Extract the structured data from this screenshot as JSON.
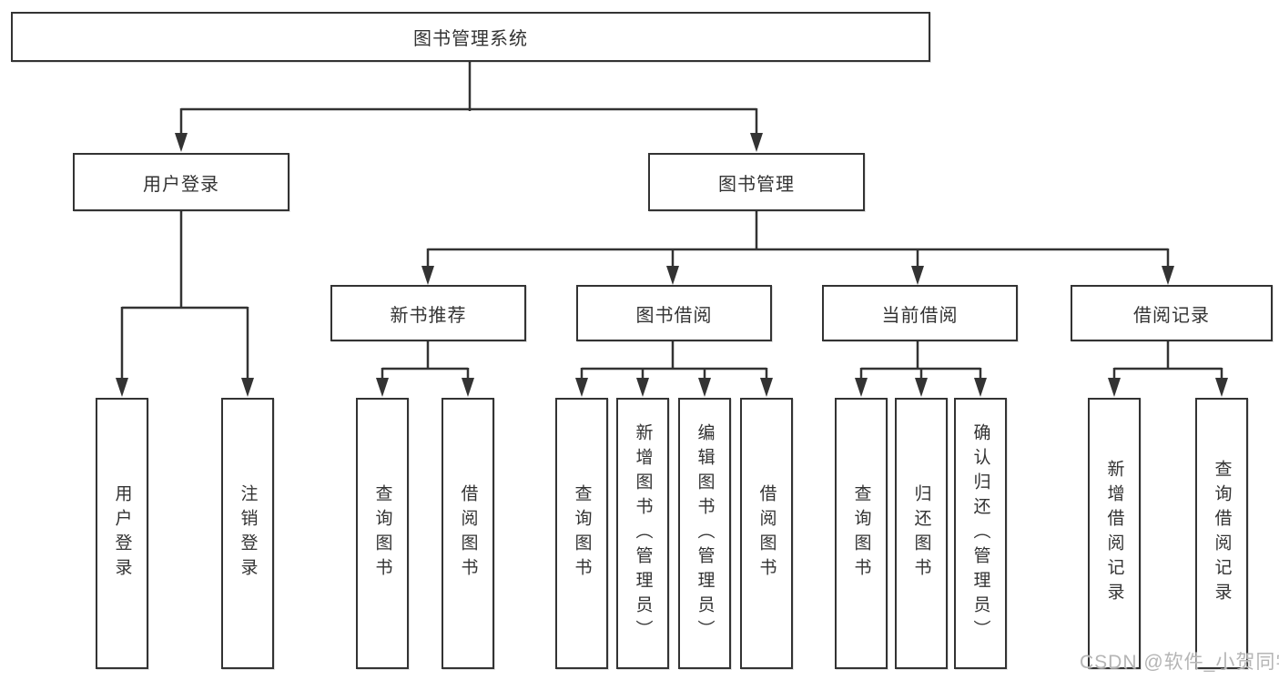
{
  "diagram": {
    "root": {
      "label": "图书管理系统",
      "children": [
        {
          "label": "用户登录",
          "children": [
            {
              "label": "用户登录"
            },
            {
              "label": "注销登录"
            }
          ]
        },
        {
          "label": "图书管理",
          "children": [
            {
              "label": "新书推荐",
              "children": [
                {
                  "label": "查询图书"
                },
                {
                  "label": "借阅图书"
                }
              ]
            },
            {
              "label": "图书借阅",
              "children": [
                {
                  "label": "查询图书"
                },
                {
                  "label": "新增图书（管理员）"
                },
                {
                  "label": "编辑图书（管理员）"
                },
                {
                  "label": "借阅图书"
                }
              ]
            },
            {
              "label": "当前借阅",
              "children": [
                {
                  "label": "查询图书"
                },
                {
                  "label": "归还图书"
                },
                {
                  "label": "确认归还（管理员）"
                }
              ]
            },
            {
              "label": "借阅记录",
              "children": [
                {
                  "label": "新增借阅记录"
                },
                {
                  "label": "查询借阅记录"
                }
              ]
            }
          ]
        }
      ]
    }
  },
  "watermark": {
    "text": "CSDN @软件_小贺同学"
  },
  "colors": {
    "line": "#333333",
    "box_border": "#333333",
    "box_background": "#ffffff",
    "text": "#333333",
    "watermark": "#b5b5b5",
    "page_background": "#ffffff"
  }
}
